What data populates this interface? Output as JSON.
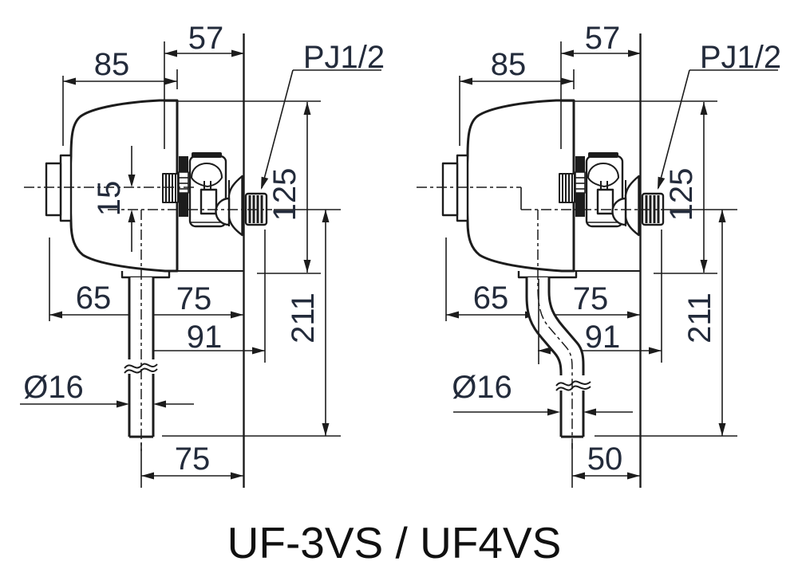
{
  "title": "UF-3VS / UF4VS",
  "colors": {
    "line": "#1c1c1c",
    "text": "#232b3b",
    "background": "#ffffff"
  },
  "left_drawing": {
    "dim_85": "85",
    "dim_57": "57",
    "thread_label": "PJ1/2",
    "dim_15": "15",
    "dim_125": "125",
    "dim_65": "65",
    "dim_75": "75",
    "dim_91": "91",
    "dim_211": "211",
    "pipe_diameter": "Ø16",
    "dim_bottom": "75"
  },
  "right_drawing": {
    "dim_85": "85",
    "dim_57": "57",
    "thread_label": "PJ1/2",
    "dim_125": "125",
    "dim_65": "65",
    "dim_75": "75",
    "dim_91": "91",
    "dim_211": "211",
    "pipe_diameter": "Ø16",
    "dim_bottom": "50"
  }
}
